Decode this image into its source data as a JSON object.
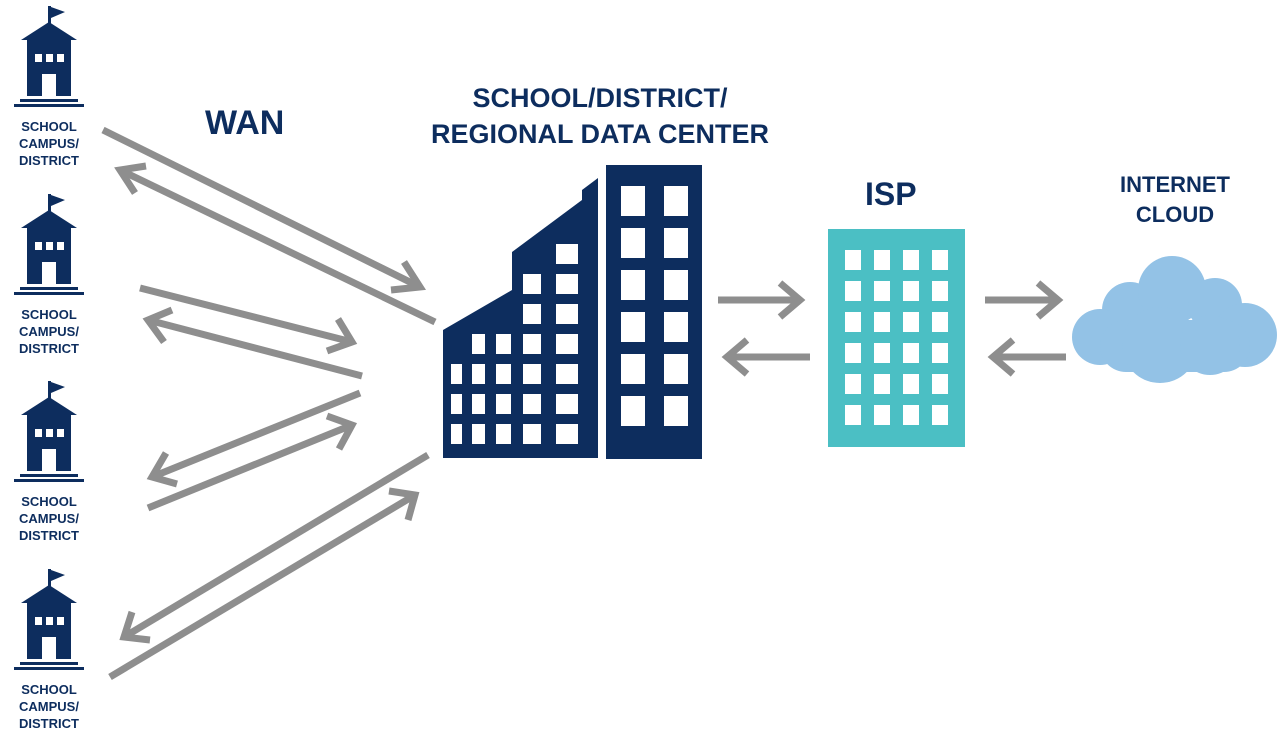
{
  "colors": {
    "navy": "#0d2d5e",
    "teal": "#4bbfc4",
    "cloud": "#93c2e6",
    "arrow": "#8e8e8e"
  },
  "wan_label": "WAN",
  "data_center": {
    "line1": "SCHOOL/DISTRICT/",
    "line2": "REGIONAL DATA CENTER",
    "icon": "building-icon"
  },
  "isp": {
    "label": "ISP",
    "icon": "office-building-icon"
  },
  "internet": {
    "line1": "INTERNET",
    "line2": "CLOUD",
    "icon": "cloud-icon"
  },
  "schools": [
    {
      "line1": "SCHOOL",
      "line2": "CAMPUS/",
      "line3": "DISTRICT",
      "icon": "schoolhouse-icon"
    },
    {
      "line1": "SCHOOL",
      "line2": "CAMPUS/",
      "line3": "DISTRICT",
      "icon": "schoolhouse-icon"
    },
    {
      "line1": "SCHOOL",
      "line2": "CAMPUS/",
      "line3": "DISTRICT",
      "icon": "schoolhouse-icon"
    },
    {
      "line1": "SCHOOL",
      "line2": "CAMPUS/",
      "line3": "DISTRICT",
      "icon": "schoolhouse-icon"
    }
  ]
}
